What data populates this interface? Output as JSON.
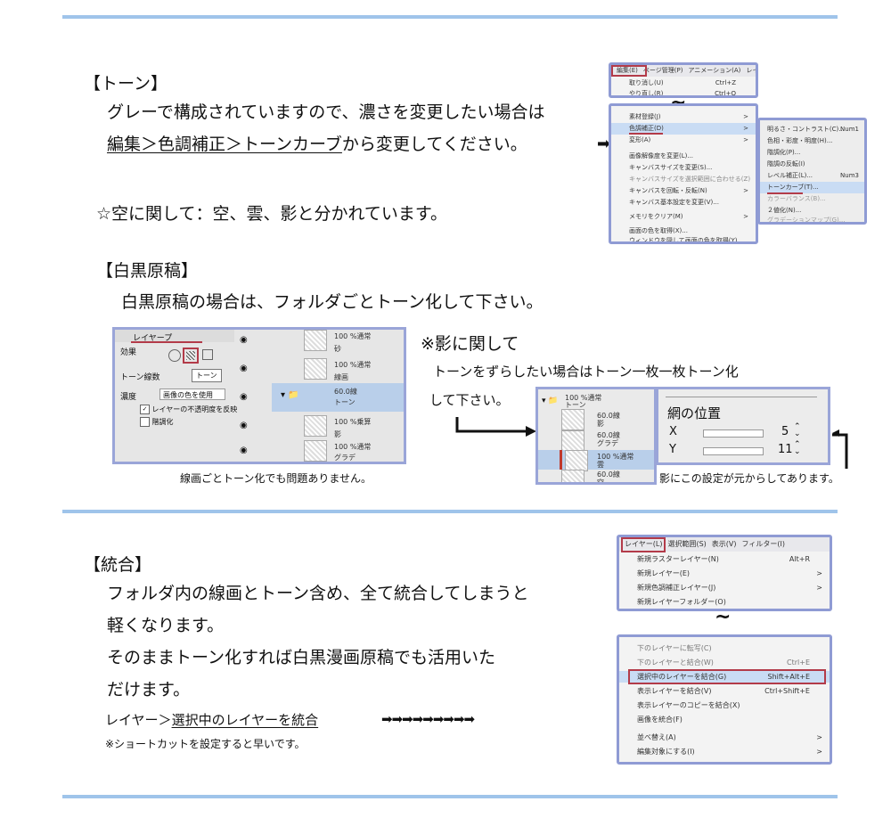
{
  "tone": {
    "heading": "【トーン】",
    "line1": "グレーで構成されていますので、濃さを変更したい場合は",
    "line2_link": "編集＞色調補正＞トーンカーブ",
    "line2_rest": "から変更してください。",
    "sky_note": "☆空に関して：空、雲、影と分かれています。"
  },
  "edit_menu": {
    "menubar": [
      "編集(E)",
      "ページ管理(P)",
      "アニメーション(A)",
      "レイヤー"
    ],
    "top_items": [
      {
        "label": "取り消し(U)",
        "shortcut": "Ctrl+Z"
      },
      {
        "label": "やり直し(R)",
        "shortcut": "Ctrl+Q"
      }
    ],
    "items": [
      {
        "label": "素材登録(J)",
        "arrow": ">"
      },
      {
        "label": "色調補正(D)",
        "arrow": ">"
      },
      {
        "label": "変形(A)",
        "arrow": ">"
      },
      {
        "label": "画像解像度を変更(L)..."
      },
      {
        "label": "キャンバスサイズを変更(S)..."
      },
      {
        "label": "キャンバスサイズを選択範囲に合わせる(Z)"
      },
      {
        "label": "キャンバスを回転・反転(N)",
        "arrow": ">"
      },
      {
        "label": "キャンバス基本設定を変更(V)..."
      },
      {
        "label": "メモリをクリア(M)",
        "arrow": ">"
      },
      {
        "label": "画面の色を取得(X)..."
      },
      {
        "label": "ウィンドウを隠して画面の色を取得(Y)..."
      }
    ],
    "submenu": [
      {
        "label": "明るさ・コントラスト(C)...",
        "shortcut": "Num1"
      },
      {
        "label": "色相・彩度・明度(H)..."
      },
      {
        "label": "階調化(P)..."
      },
      {
        "label": "階調の反転(I)"
      },
      {
        "label": "レベル補正(L)...",
        "shortcut": "Num3"
      },
      {
        "label": "トーンカーブ(T)..."
      },
      {
        "label": "カラーバランス(B)..."
      },
      {
        "label": "２値化(N)..."
      },
      {
        "label": "グラデーションマップ(G)..."
      }
    ]
  },
  "bw": {
    "heading": "【白黒原稿】",
    "line1": "白黒原稿の場合は、フォルダごとトーン化して下さい。",
    "caption": "線画ごとトーン化でも問題ありません。"
  },
  "layer_panel": {
    "tab": "レイヤープ",
    "effect": "効果",
    "tone_lines": "トーン線数",
    "tooltip": "トーン",
    "density": "濃度",
    "density_select": "画像の色を使用",
    "checkbox1": "レイヤーの不透明度を反映",
    "checkbox2": "階調化",
    "layers": [
      {
        "mode": "100 %通常",
        "name": "砂"
      },
      {
        "mode": "100 %通常",
        "name": "線画"
      },
      {
        "mode": "60.0線",
        "name": "トーン"
      },
      {
        "mode": "100 %乗算",
        "name": "影"
      },
      {
        "mode": "100 %通常",
        "name": "グラデ"
      }
    ]
  },
  "shadow": {
    "heading": "※影に関して",
    "line1": "トーンをずらしたい場合はトーン一枚一枚トーン化",
    "line2": "して下さい。",
    "caption": "影にこの設定が元からしてあります。",
    "folder": {
      "mode": "100 %通常",
      "name": "トーン"
    },
    "sublayers": [
      {
        "mode": "60.0線",
        "name": "影"
      },
      {
        "mode": "60.0線",
        "name": "グラデ"
      },
      {
        "mode": "100 %通常",
        "name": "雲"
      },
      {
        "mode": "60.0線",
        "name": "空"
      }
    ],
    "position_title": "網の位置",
    "x_label": "X",
    "x_value": "5",
    "y_label": "Y",
    "y_value": "11"
  },
  "merge": {
    "heading": "【統合】",
    "line1": "フォルダ内の線画とトーン含め、全て統合してしまうと",
    "line2": "軽くなります。",
    "line3": "そのままトーン化すれば白黒漫画原稿でも活用いた",
    "line4": "だけます。",
    "path_prefix": "レイヤー＞",
    "path_link": "選択中のレイヤーを統合",
    "arrows": "➡➡➡➡➡➡➡➡➡",
    "note": "※ショートカットを設定すると早いです。"
  },
  "layer_menu": {
    "menubar": [
      "レイヤー(L)",
      "選択範囲(S)",
      "表示(V)",
      "フィルター(I)"
    ],
    "top_items": [
      {
        "label": "新規ラスターレイヤー(N)",
        "shortcut": "Alt+R"
      },
      {
        "label": "新規レイヤー(E)",
        "arrow": ">"
      },
      {
        "label": "新規色調補正レイヤー(J)",
        "arrow": ">"
      },
      {
        "label": "新規レイヤーフォルダー(O)"
      }
    ],
    "items": [
      {
        "label": "下のレイヤーに転写(C)"
      },
      {
        "label": "下のレイヤーと結合(W)",
        "shortcut": "Ctrl+E"
      },
      {
        "label": "選択中のレイヤーを結合(G)",
        "shortcut": "Shift+Alt+E"
      },
      {
        "label": "表示レイヤーを結合(V)",
        "shortcut": "Ctrl+Shift+E"
      },
      {
        "label": "表示レイヤーのコピーを結合(X)"
      },
      {
        "label": "画像を統合(F)"
      },
      {
        "label": "並べ替え(A)",
        "arrow": ">"
      },
      {
        "label": "編集対象にする(I)",
        "arrow": ">"
      }
    ]
  }
}
